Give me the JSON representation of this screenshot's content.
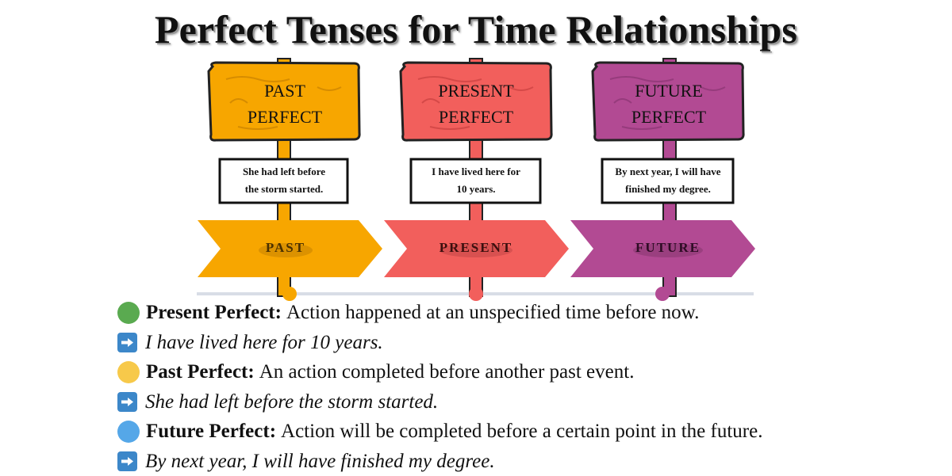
{
  "title": "Perfect Tenses for Time Relationships",
  "signs": [
    {
      "line1": "PAST",
      "line2": "PERFECT",
      "color": "#f7a600",
      "example": [
        "She had left before",
        "the storm started."
      ]
    },
    {
      "line1": "PRESENT",
      "line2": "PERFECT",
      "color": "#f25f5c",
      "example": [
        "I have lived here for",
        "10 years."
      ]
    },
    {
      "line1": "FUTURE",
      "line2": "PERFECT",
      "color": "#b24a93",
      "example": [
        "By next year, I will have",
        "finished my degree."
      ]
    }
  ],
  "timeline": {
    "labels": [
      "PAST",
      "PRESENT",
      "FUTURE"
    ],
    "colors": [
      "#f7a600",
      "#f25f5c",
      "#b24a93"
    ]
  },
  "legend": [
    {
      "dot_color": "#5aaa50",
      "term": "Present Perfect:",
      "text": "Action happened at an unspecified time before now.",
      "example": "I have lived here for 10 years."
    },
    {
      "dot_color": "#f7c94a",
      "term": "Past Perfect:",
      "text": "An action completed before another past event.",
      "example": "She had left before the storm started."
    },
    {
      "dot_color": "#55a7e8",
      "term": "Future Perfect:",
      "text": "Action will be completed before a certain point in the future.",
      "example": "By next year, I will have finished my degree."
    }
  ],
  "icons": {
    "bullet": "circle-dot",
    "example_marker": "right-arrow-icon"
  }
}
